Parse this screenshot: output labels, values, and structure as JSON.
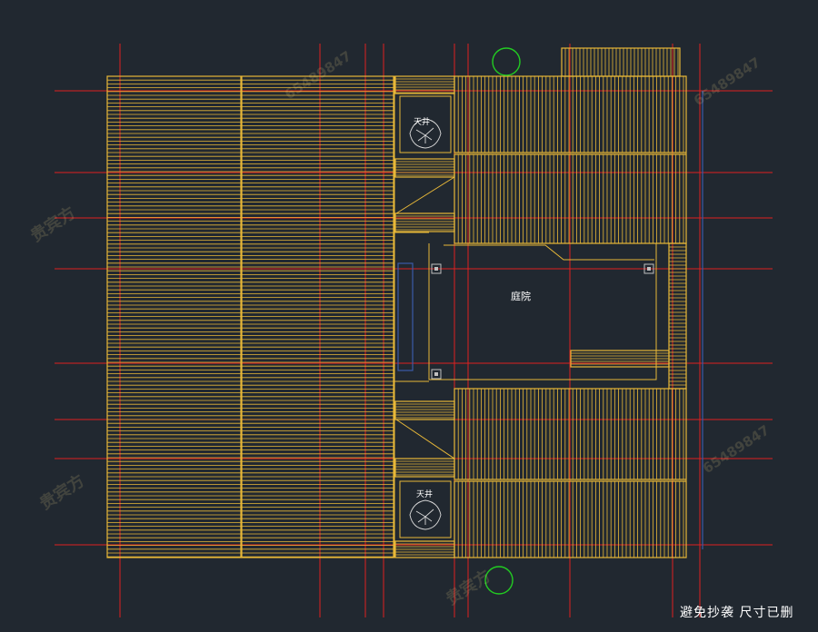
{
  "labels": {
    "courtyard": "庭院",
    "tianjing_top": "天井",
    "tianjing_bottom": "天井"
  },
  "notice": "避免抄袭  尺寸已删",
  "watermark": {
    "seal": "贵宾方",
    "phone_snippet": "65489847"
  },
  "colors": {
    "background": "#212830",
    "roof_lines": "#e8b838",
    "axis_lines": "#e02020",
    "tree_circles": "#22cc22",
    "blue_lines": "#3a5aa8"
  }
}
